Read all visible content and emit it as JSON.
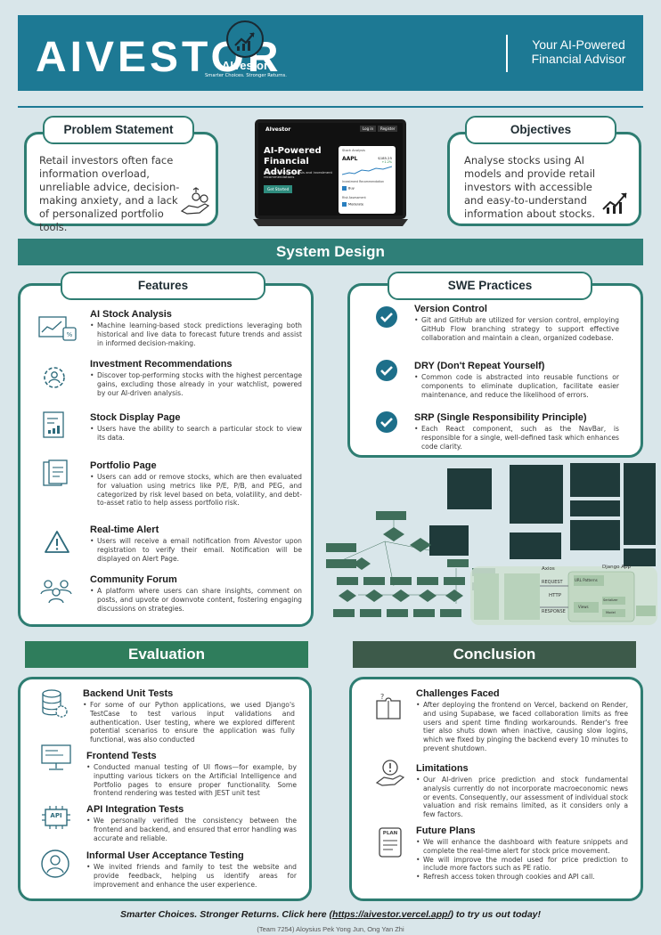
{
  "header": {
    "brand": "AIVESTOR",
    "logo_name": "AIvestor",
    "logo_tagline": "Smarter Choices. Stronger Returns.",
    "tagline": "Your AI-Powered Financial Advisor"
  },
  "problem": {
    "title": "Problem Statement",
    "text": "Retail investors often face information overload, unreliable advice, decision-making anxiety, and a lack of personalized portfolio tools."
  },
  "objectives": {
    "title": "Objectives",
    "text": "Analyse stocks using AI models and provide retail investors with accessible and easy-to-understand information about stocks."
  },
  "laptop": {
    "app_name": "AIvestor",
    "login": "Log in",
    "register": "Register",
    "headline": "AI-Powered Financial Advisor",
    "subtext": "Real-time stock analysis and investment recommendations",
    "cta": "Get Started",
    "panel_title": "Stock Analysis",
    "ticker": "AAPL",
    "price": "$185.25",
    "change": "+1.2%",
    "rec_title": "Investment Recommendation",
    "rec_value": "Buy",
    "risk_title": "Risk Assessment",
    "risk_value": "Moderate"
  },
  "system_design": "System Design",
  "features": {
    "title": "Features",
    "items": [
      {
        "title": "AI Stock Analysis",
        "body": "Machine learning-based stock predictions leveraging both historical and live data to forecast future trends and assist in informed decision-making."
      },
      {
        "title": "Investment Recommendations",
        "body": "Discover top-performing stocks with the highest percentage gains, excluding those already in your watchlist, powered by our AI-driven analysis."
      },
      {
        "title": "Stock Display Page",
        "body": "Users have the ability to search a particular stock to view its data."
      },
      {
        "title": "Portfolio Page",
        "body": "Users can add or remove stocks, which are then evaluated for valuation using metrics like P/E, P/B, and PEG, and categorized by risk level based on beta, volatility, and debt-to-asset ratio to help assess portfolio risk."
      },
      {
        "title": "Real-time Alert",
        "body": "Users will receive a email notification from AIvestor upon registration to verify their email. Notification will be displayed on Alert Page."
      },
      {
        "title": "Community Forum",
        "body": "A platform where users can share insights, comment on posts, and upvote or downvote content, fostering engaging discussions on strategies."
      }
    ]
  },
  "swe": {
    "title": "SWE Practices",
    "items": [
      {
        "title": "Version Control",
        "body": "Git and GitHub are utilized for version control, employing GitHub Flow branching strategy to support effective collaboration and maintain a clean, organized codebase."
      },
      {
        "title": "DRY (Don't Repeat Yourself)",
        "body": "Common code is abstracted into reusable functions or components to eliminate duplication, facilitate easier maintenance, and reduce the likelihood of errors."
      },
      {
        "title": "SRP (Single Responsibility Principle)",
        "body": "Each React component, such as the NavBar, is responsible for a single, well-defined task which enhances code clarity."
      }
    ]
  },
  "arch": {
    "axios": "Axios",
    "request": "REQUEST",
    "http": "HTTP",
    "response": "RESPONSE",
    "django": "Django App",
    "url": "URL Patterns",
    "views": "Views",
    "serializer": "Serializer",
    "model": "Model"
  },
  "evaluation": {
    "title": "Evaluation",
    "items": [
      {
        "title": "Backend Unit Tests",
        "body": "For some of our Python applications, we used Django's TestCase to test various input validations and authentication. User testing, where we explored different potential scenarios to ensure the application was fully functional, was also conducted"
      },
      {
        "title": "Frontend Tests",
        "body": "Conducted manual testing of UI flows—for example, by inputting various tickers on the Artificial Intelligence and Portfolio pages to ensure proper functionality. Some frontend rendering was tested with JEST unit test"
      },
      {
        "title": "API Integration Tests",
        "body": "We personally verified the consistency between the frontend and backend, and ensured that error handling was accurate and reliable."
      },
      {
        "title": "Informal User Acceptance Testing",
        "body": "We invited friends and family to test the website and provide feedback, helping us identify areas for improvement and enhance the user experience."
      }
    ],
    "api_icon_text": "API"
  },
  "conclusion": {
    "title": "Conclusion",
    "items": [
      {
        "title": "Challenges Faced",
        "bodies": [
          "After deploying the frontend on Vercel, backend on Render, and using Supabase, we faced collaboration limits as free users and spent time finding workarounds. Render's free tier also shuts down when inactive, causing slow logins, which we fixed by pinging the backend every 10 minutes to prevent shutdown."
        ]
      },
      {
        "title": "Limitations",
        "bodies": [
          "Our AI-driven price prediction and stock fundamental analysis currently do not incorporate macroeconomic news or events. Consequently, our assessment of individual stock valuation and risk remains limited, as it considers only a few factors."
        ]
      },
      {
        "title": "Future Plans",
        "bodies": [
          "We will enhance the dashboard with feature snippets and complete the real-time alert for stock price movement.",
          "We will improve the model used for price prediction to include more factors such as PE ratio.",
          "Refresh access token through cookies and API call."
        ]
      }
    ],
    "plan_icon_text": "PLAN"
  },
  "footer": {
    "cta_prefix": "Smarter Choices. Stronger Returns. Click here (",
    "cta_link": "https://aivestor.vercel.app/",
    "cta_suffix": ") to try us out today!",
    "team": "(Team 7254) Aloysius Pek Yong Jun, Ong Yan Zhi"
  },
  "colors": {
    "header": "#1d7994",
    "band_teal": "#2f7f78",
    "band_green": "#2f7d5c",
    "band_dark": "#3d5a4a",
    "card_border": "#2e7d72",
    "check": "#1d6f8a"
  }
}
